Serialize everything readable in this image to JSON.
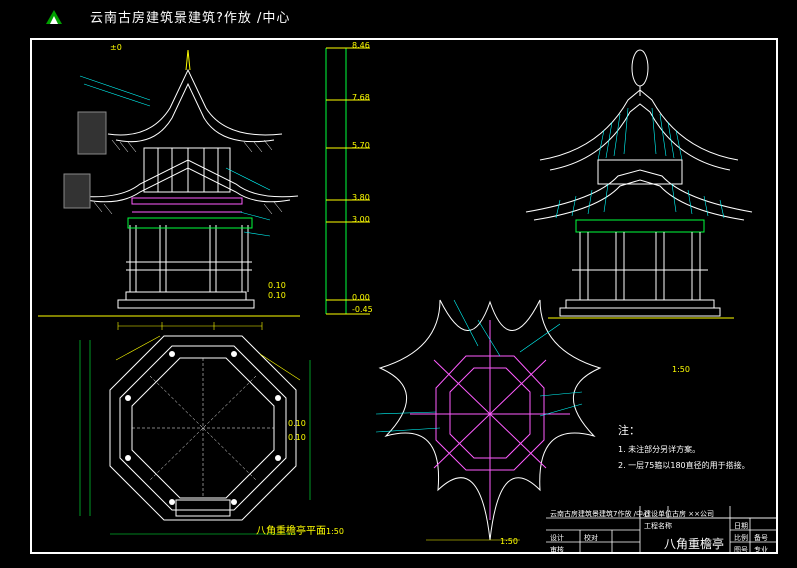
{
  "header": {
    "brand_text": "云南古房建筑景建筑?作放 /中心"
  },
  "elevation_left": {
    "level_labels": [
      "8.46",
      "7.68",
      "5.70",
      "3.80",
      "3.00",
      "0.00",
      "-0.45"
    ],
    "dim_top": "±0",
    "small_labels": [
      "0.10",
      "0.10"
    ]
  },
  "plan": {
    "title": "八角重檐亭平面",
    "scale": "1:50",
    "small_labels": [
      "0.10",
      "0.10"
    ]
  },
  "roof_plan": {
    "label": "1:50"
  },
  "elevation_right": {
    "label": "1:50"
  },
  "notes": {
    "heading": "注：",
    "items": [
      "1. 未注部分另详方案。",
      "2. 一层75箍以180直径的用于搭接。"
    ]
  },
  "title_block": {
    "project": "云南古房建筑景建筑7作放 /中心",
    "company": "古房 ××公司",
    "drawing_name": "八角重檐亭",
    "cells": [
      "建设单位",
      "工程名称",
      "设计",
      "审核",
      "校对",
      "日期",
      "比例",
      "图号",
      "备号",
      "专业"
    ]
  },
  "colors": {
    "yellow": "#ffff00",
    "cyan": "#00ffff",
    "magenta": "#ff5cff",
    "green": "#00ff3c",
    "white": "#ffffff"
  }
}
